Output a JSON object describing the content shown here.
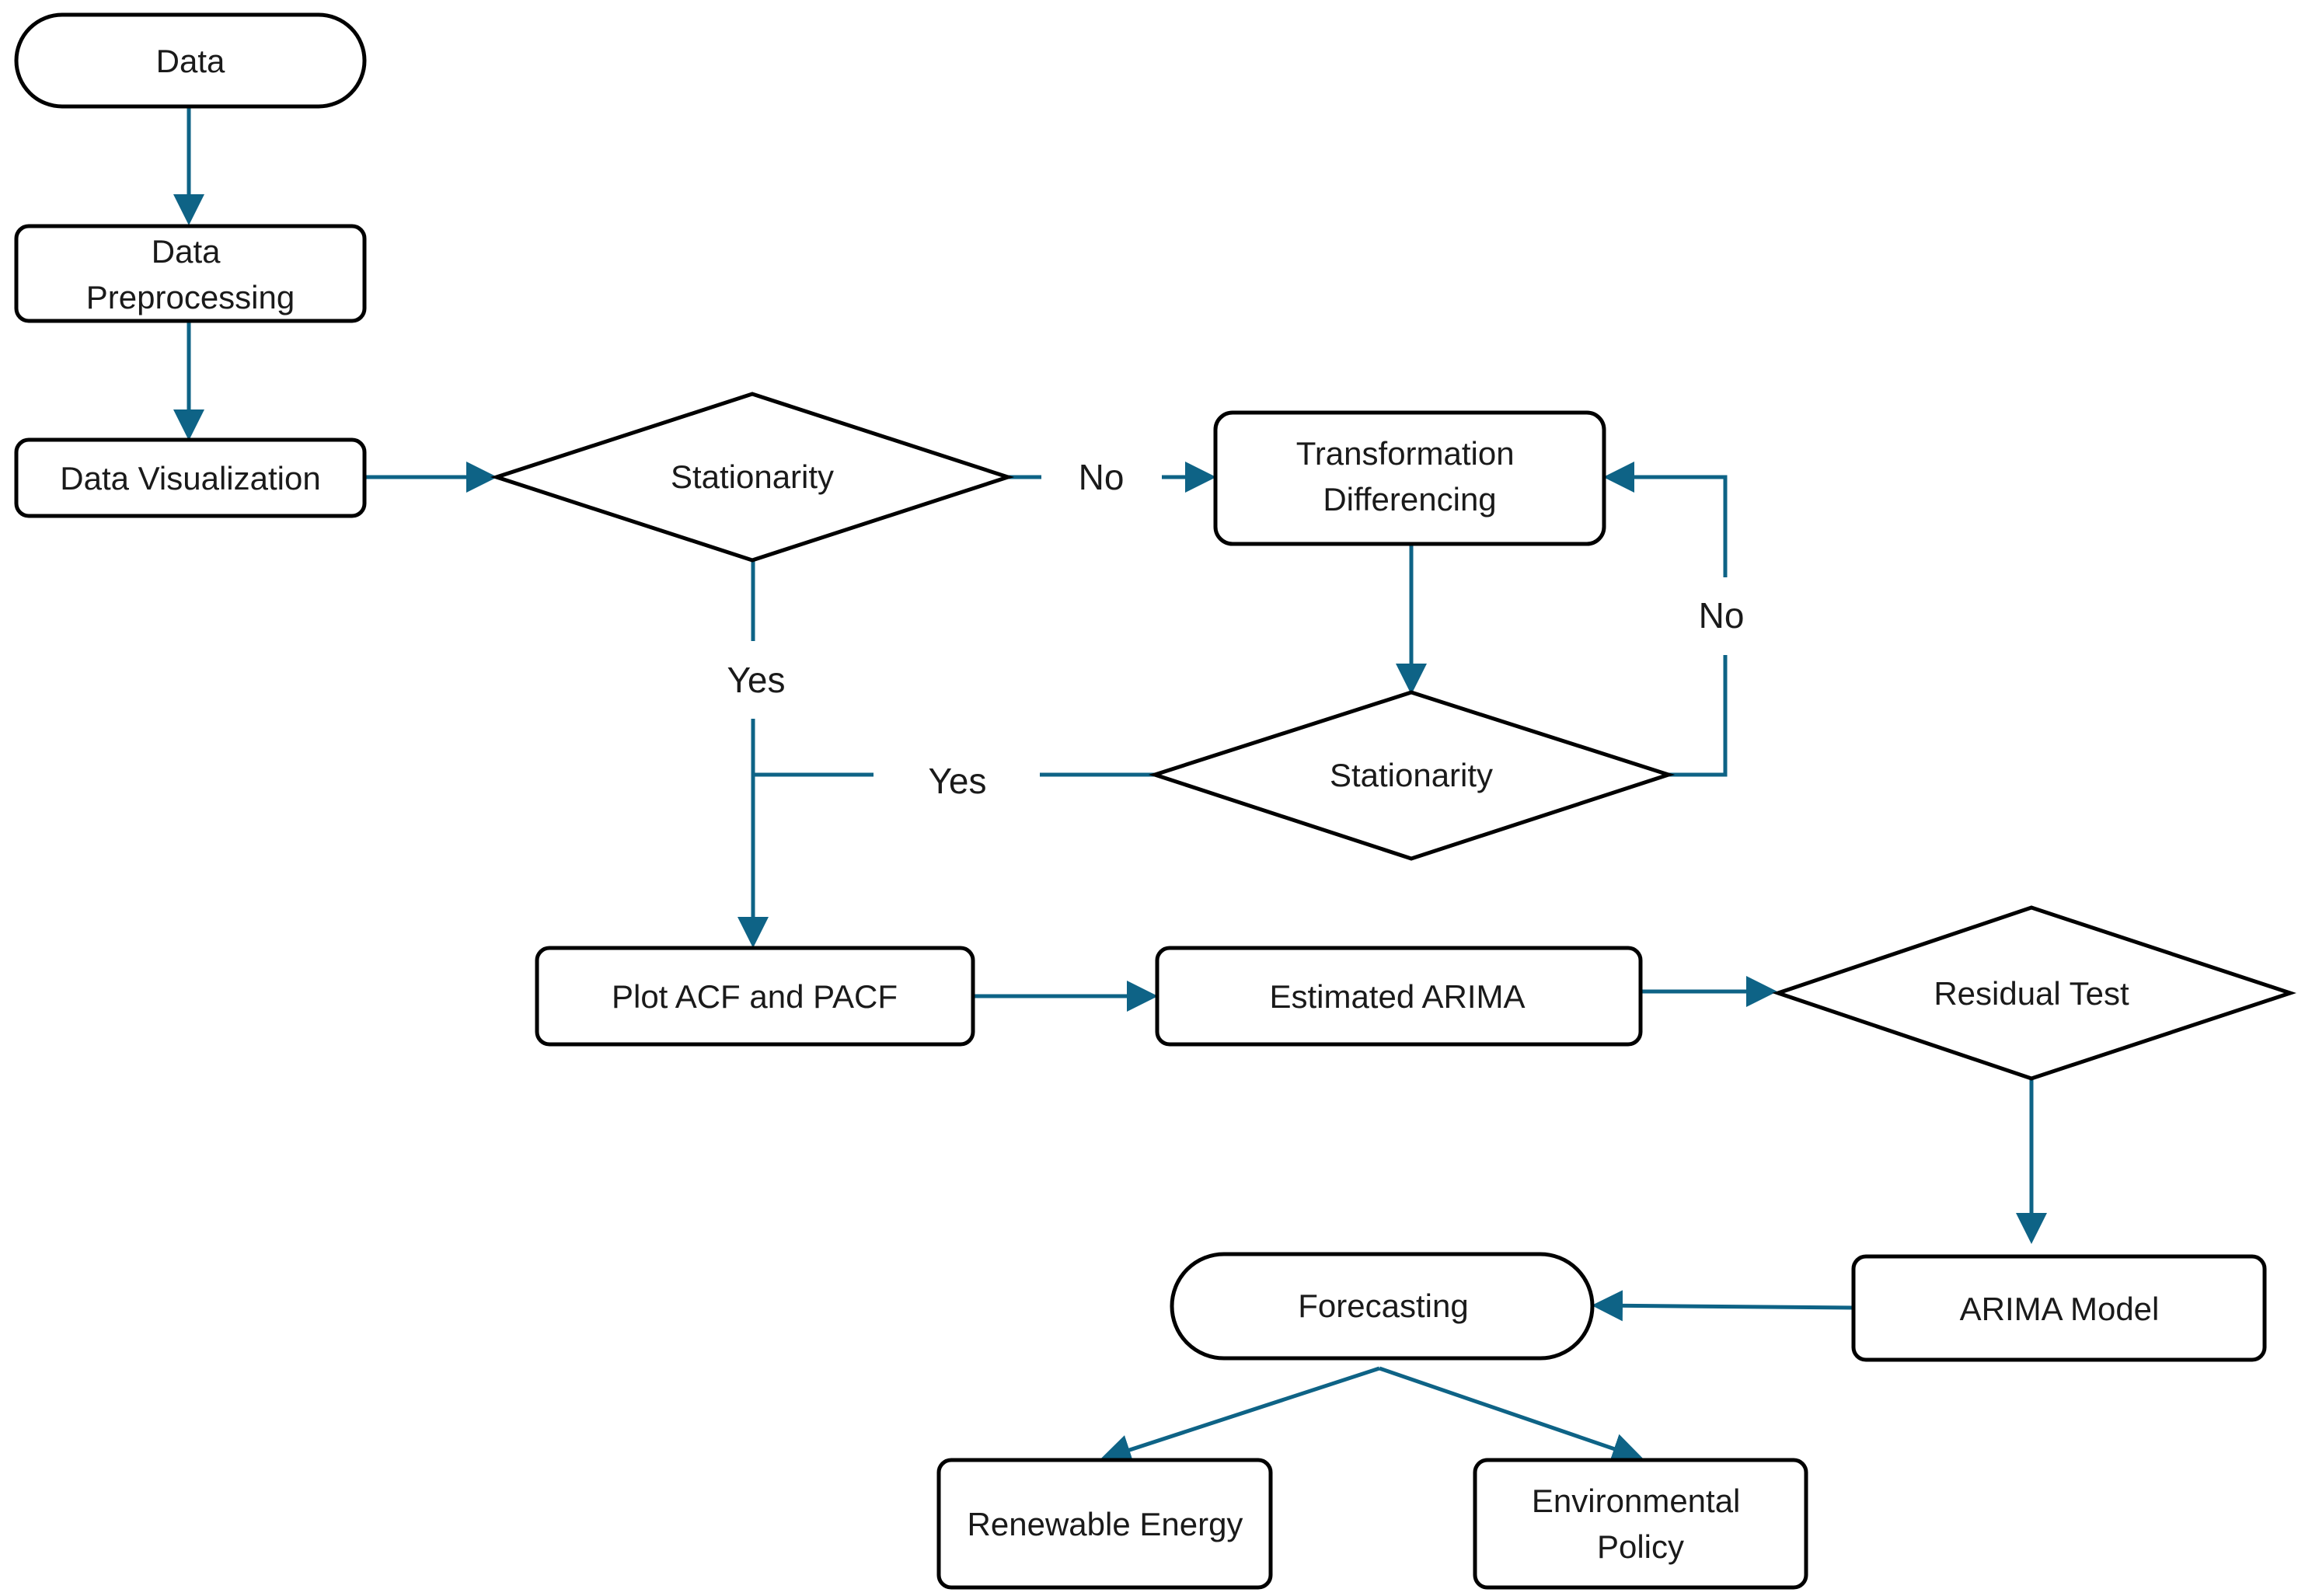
{
  "colors": {
    "connector": "#0e6386",
    "node_border": "#000000",
    "text": "#1a1a1a",
    "background": "#ffffff"
  },
  "nodes": {
    "data": "Data",
    "preprocessing": [
      "Data",
      "Preprocessing"
    ],
    "visualization": "Data Visualization",
    "stationarity_1": "Stationarity",
    "transformation": [
      "Transformation",
      "Differencing"
    ],
    "stationarity_2": "Stationarity",
    "plot_acf_pacf": "Plot ACF and PACF",
    "estimated_arima": "Estimated ARIMA",
    "residual_test": "Residual Test",
    "arima_model": "ARIMA Model",
    "forecasting": "Forecasting",
    "renewable_energy": "Renewable Energy",
    "environmental_policy": [
      "Environmental",
      "Policy"
    ]
  },
  "edge_labels": {
    "stationarity_1_no": "No",
    "stationarity_1_yes": "Yes",
    "stationarity_2_no": "No",
    "stationarity_2_yes": "Yes"
  }
}
